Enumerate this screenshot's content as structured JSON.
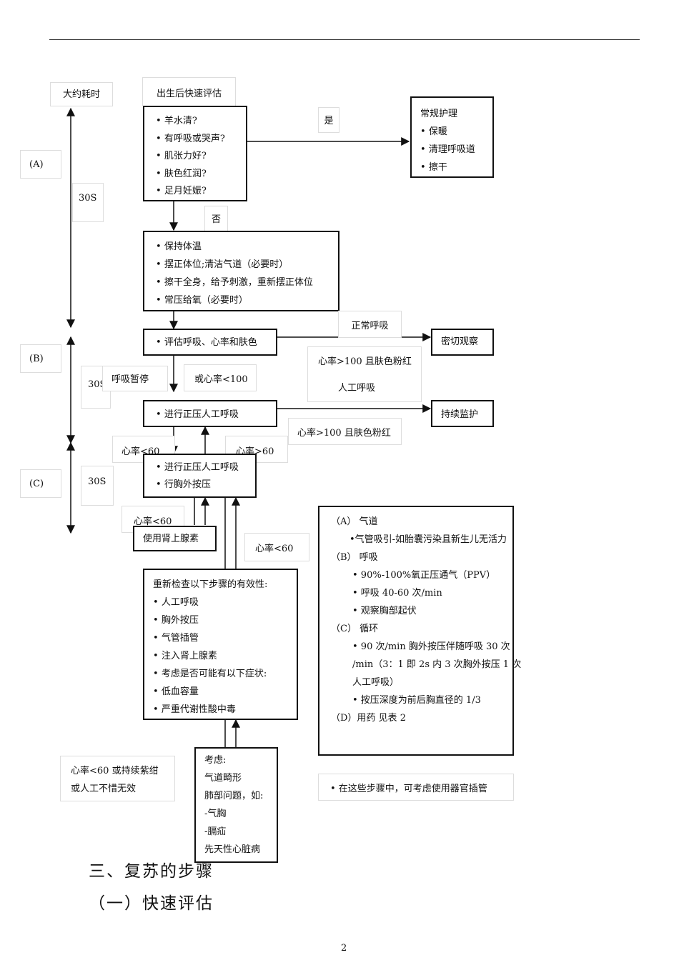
{
  "header_labels": {
    "time": "大约耗时",
    "assess": "出生后快速评估"
  },
  "stages": {
    "a": "(A)",
    "b": "(B)",
    "c": "(C)"
  },
  "times": {
    "t1": "30S",
    "t2": "30S",
    "t3": "30S"
  },
  "boxes": {
    "rapid": [
      "羊水清?",
      "有呼吸或哭声?",
      "肌张力好?",
      "肤色红润?",
      "足月妊娠?"
    ],
    "routine": {
      "title": "常规护理",
      "items": [
        "保暖",
        "清理呼吸道",
        "擦干"
      ]
    },
    "initial": [
      "保持体温",
      "摆正体位;清洁气道（必要时）",
      "擦干全身，给予刺激，重新摆正体位",
      "常压给氧（必要时）"
    ],
    "evaluate": [
      "评估呼吸、心率和肤色"
    ],
    "observe": "密切观察",
    "ppv": [
      "进行正压人工呼吸"
    ],
    "monitor": "持续监护",
    "ppv_cc": [
      "进行正压人工呼吸",
      "行胸外按压"
    ],
    "epi": "使用肾上腺素",
    "recheck": {
      "title": "重新检查以下步骤的有效性:",
      "items": [
        "人工呼吸",
        "胸外按压",
        "气管插管",
        "注入肾上腺素",
        "考虑是否可能有以下症状:",
        "低血容量",
        "严重代谢性酸中毒"
      ]
    },
    "consider": [
      "考虑:",
      "气道畸形",
      "肺部问题，如:",
      "-气胸",
      "-膈疝",
      "先天性心脏病"
    ]
  },
  "edge_labels": {
    "yes": "是",
    "no": "否",
    "normal_breath": "正常呼吸",
    "hr100_pink": "心率>100 且肤色粉红",
    "artificial": "人工呼吸",
    "apnea": "呼吸暂停",
    "hr_lt100": "或心率<100",
    "hr100_pink2": "心率>100 且肤色粉红",
    "hr_lt60_a": "心率<60",
    "hr_gt60": "心率>60",
    "hr_lt60_b": "心率<60",
    "hr_lt60_c": "心率<60",
    "persist": "心率<60  或持续紫绀或人工不惜无效"
  },
  "notes": {
    "a_head": "（A）       气道",
    "a1": "•气管吸引-如胎囊污染且新生儿无活力",
    "b_head": "（B）       呼吸",
    "b1": "• 90%-100%氧正压通气（PPV）",
    "b2": "• 呼吸 40-60 次/min",
    "b3": "• 观察胸部起伏",
    "c_head": "（C）       循环",
    "c1": "• 90 次/min  胸外按压伴随呼吸  30  次",
    "c2": "/min（3：1 即 2s 内 3 次胸外按压 1 次",
    "c3": "人工呼吸）",
    "c4": "• 按压深度为前后胸直径的 1/3",
    "d": "（D）用药  见表 2"
  },
  "intubation_note": "• 在这些步骤中，可考虑使用器官插管",
  "headings": {
    "h1": "三、复苏的步骤",
    "h2": "（一）快速评估"
  },
  "page_number": "2"
}
